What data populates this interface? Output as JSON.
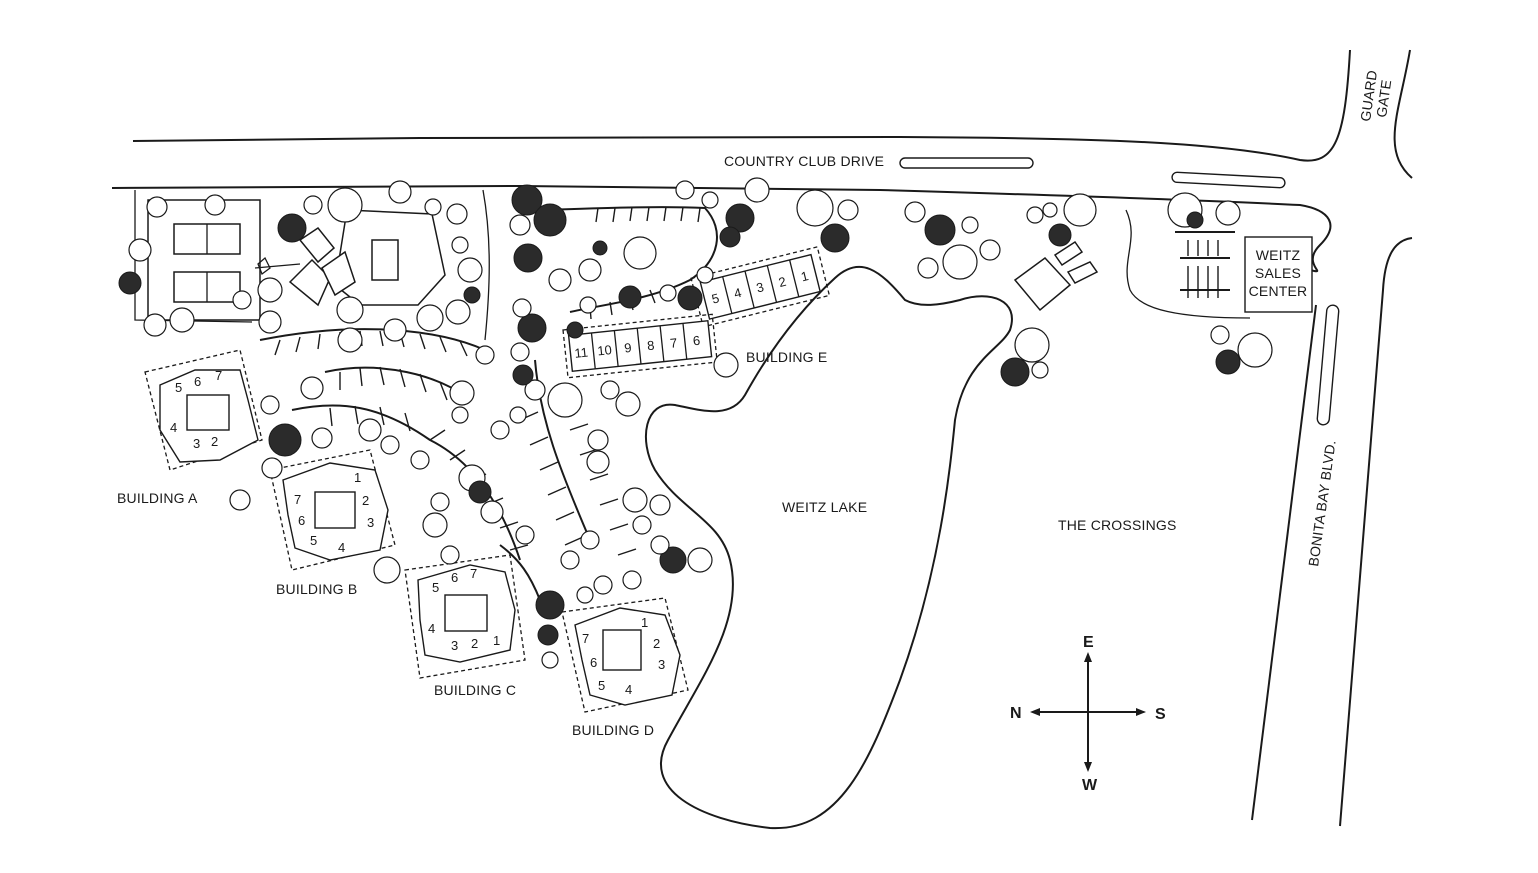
{
  "roads": {
    "country_club_drive": "COUNTRY CLUB DRIVE",
    "bonita_bay_blvd": "BONITA BAY BLVD.",
    "guard_gate": [
      "GUARD",
      "GATE"
    ]
  },
  "lake": {
    "name": "WEITZ LAKE"
  },
  "areas": {
    "the_crossings": "THE CROSSINGS"
  },
  "sales_center": {
    "lines": [
      "WEITZ",
      "SALES",
      "CENTER"
    ]
  },
  "buildings": {
    "a": {
      "label": "BUILDING A",
      "units": [
        "5",
        "6",
        "7",
        "4",
        "3",
        "2"
      ]
    },
    "b": {
      "label": "BUILDING B",
      "units": [
        "7",
        "1",
        "6",
        "2",
        "3",
        "5",
        "4"
      ]
    },
    "c": {
      "label": "BUILDING C",
      "units": [
        "5",
        "6",
        "7",
        "4",
        "3",
        "2",
        "1"
      ]
    },
    "d": {
      "label": "BUILDING D",
      "units": [
        "7",
        "1",
        "2",
        "6",
        "3",
        "5",
        "4"
      ]
    },
    "e": {
      "label": "BUILDING E",
      "units_upper": [
        "5",
        "4",
        "3",
        "2",
        "1"
      ],
      "units_lower": [
        "11",
        "10",
        "9",
        "8",
        "7",
        "6"
      ]
    }
  },
  "compass": {
    "east": "E",
    "west": "W",
    "north": "N",
    "south": "S"
  }
}
